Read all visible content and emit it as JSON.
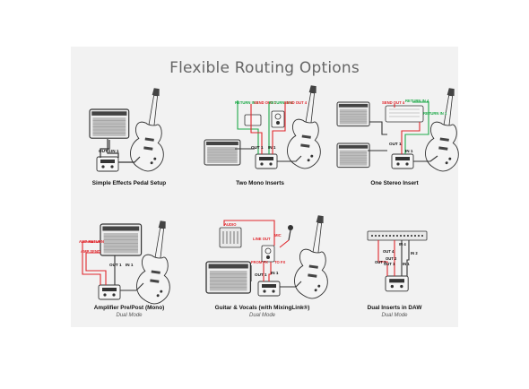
{
  "title": "Flexible Routing Options",
  "colors": {
    "panel": "#f2f2f2",
    "green_cable": "#1faa4a",
    "red_cable": "#e0262c",
    "dark": "#2a2a2a"
  },
  "panels": [
    {
      "caption": "Simple Effects Pedal Setup",
      "subcaption": "",
      "labels": {
        "out": "OUT 1",
        "in": "IN 1"
      }
    },
    {
      "caption": "Two Mono Inserts",
      "subcaption": "",
      "labels": {
        "return1": "RETURN IN 1",
        "send1": "SEND OUT 1",
        "return4": "RETURN IN 4",
        "send4": "SEND OUT 4",
        "out": "OUT 1",
        "in": "IN 1"
      }
    },
    {
      "caption": "One Stereo Insert",
      "subcaption": "",
      "labels": {
        "send": "SEND OUT 4",
        "return": "RETURN IN 4",
        "return2": "RETURN IN 1",
        "out": "OUT 1",
        "in": "IN 1"
      }
    },
    {
      "caption": "Amplifier Pre/Post (Mono)",
      "subcaption": "Dual Mode",
      "labels": {
        "amp_return": "AMP RETURN",
        "amp_send": "AMP SEND",
        "out": "OUT 1",
        "in": "IN 1"
      }
    },
    {
      "caption": "Guitar & Vocals (with MixingLink®)",
      "subcaption": "Dual Mode",
      "labels": {
        "audio": "AUDIO",
        "line_out": "LINE OUT",
        "mic": "MIC",
        "from_fx": "FROM FX",
        "to_fx": "TO FX",
        "out": "OUT 1",
        "in": "IN 1"
      }
    },
    {
      "caption": "Dual Inserts in DAW",
      "subcaption": "Dual Mode",
      "labels": {
        "out3": "OUT 3",
        "in4": "IN 4",
        "out4": "OUT 4",
        "in2": "IN 2",
        "out1": "OUT 1",
        "in1": "IN 1",
        "out2": "OUT 2"
      }
    }
  ]
}
